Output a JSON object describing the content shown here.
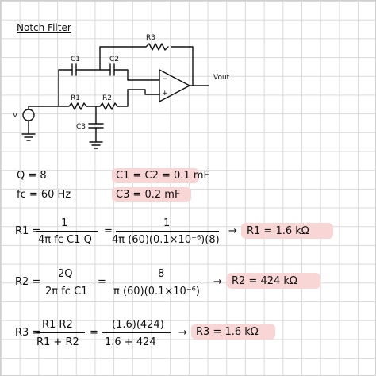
{
  "colors": {
    "grid": "#d9d9d9",
    "ink": "#111111",
    "highlight": "#f8d6d6"
  },
  "title": "Notch Filter",
  "circuit": {
    "r3": "R3",
    "c1": "C1",
    "c2": "C2",
    "r1": "R1",
    "r2": "R2",
    "c3": "C3",
    "vout": "Vout",
    "vin": "V",
    "minus": "−",
    "plus": "+"
  },
  "given": {
    "q": "Q = 8",
    "fc": "fc = 60 Hz",
    "c12": "C1 = C2 = 0.1 mF",
    "c3": "C3 = 0.2 mF"
  },
  "eq1": {
    "lhs": "R1 =",
    "num1": "1",
    "den1": "4π fc C1 Q",
    "eq": "=",
    "num2": "1",
    "den2": "4π (60)(0.1×10⁻⁶)(8)",
    "arrow": "→",
    "result": "R1 = 1.6 kΩ"
  },
  "eq2": {
    "lhs": "R2 =",
    "num1": "2Q",
    "den1": "2π fc C1",
    "eq": "=",
    "num2": "8",
    "den2": "π (60)(0.1×10⁻⁶)",
    "arrow": "→",
    "result": "R2 = 424 kΩ"
  },
  "eq3": {
    "lhs": "R3 =",
    "num1": "R1 R2",
    "den1": "R1 + R2",
    "eq": "=",
    "num2": "(1.6)(424)",
    "den2": "1.6 + 424",
    "arrow": "→",
    "result": "R3 = 1.6 kΩ"
  }
}
